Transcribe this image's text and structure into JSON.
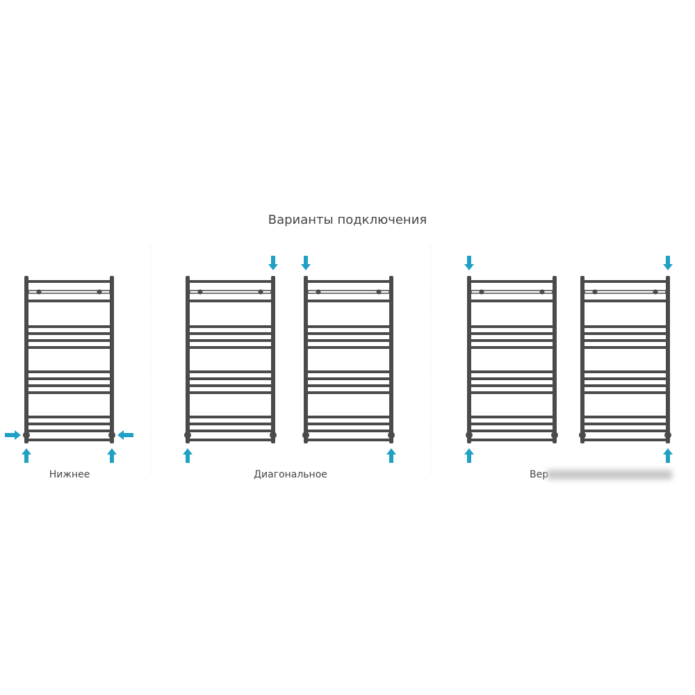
{
  "title": "Варианты подключения",
  "groups": [
    {
      "label": "Нижнее"
    },
    {
      "label": "Диагональное"
    },
    {
      "label": "Вер"
    }
  ],
  "colors": {
    "radiator": "#4a4a4a",
    "arrow": "#1fa0c4",
    "separator": "#d0d0d0"
  },
  "radiators": [
    {
      "group": 0,
      "arrows": [
        "side-left",
        "side-right",
        "bottom-left-up",
        "bottom-right-up"
      ]
    },
    {
      "group": 1,
      "arrows": [
        "top-right-down",
        "bottom-left-up"
      ]
    },
    {
      "group": 1,
      "arrows": [
        "top-left-down",
        "bottom-right-up"
      ]
    },
    {
      "group": 2,
      "arrows": [
        "top-left-down",
        "bottom-left-up"
      ]
    },
    {
      "group": 2,
      "arrows": [
        "top-right-down",
        "bottom-right-up"
      ]
    }
  ]
}
